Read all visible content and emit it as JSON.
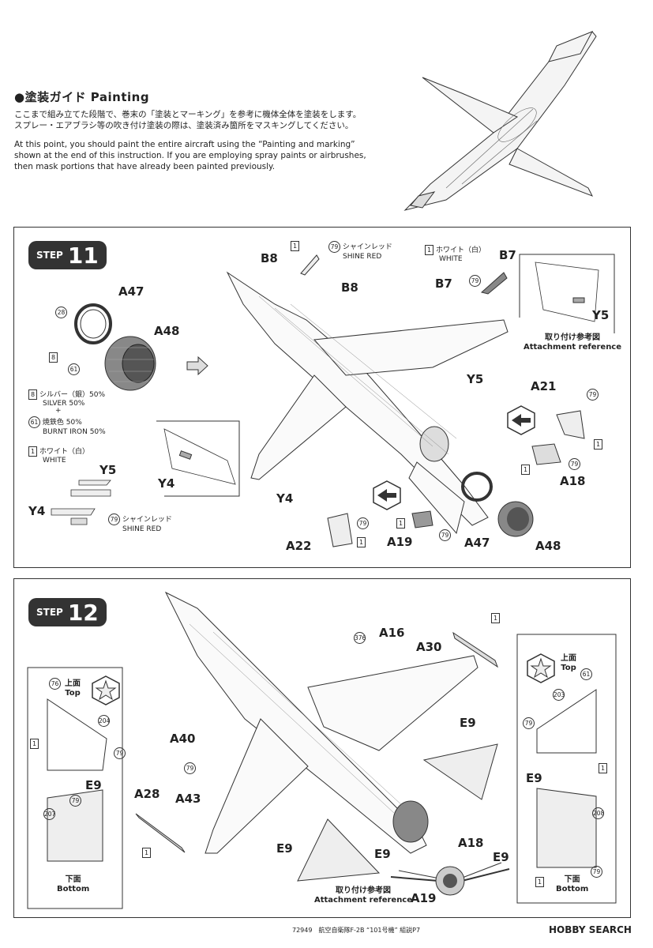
{
  "painting": {
    "title": "●塗装ガイド Painting",
    "jp_line1": "ここまで組み立てた段階で、巻末の「塗装とマーキング」を参考に機体全体を塗装をします。",
    "jp_line2": "スプレー・エアブラシ等の吹き付け塗装の際は、塗装済み箇所をマスキングしてください。",
    "en_line1": "At this point, you should paint the entire aircraft using the “Painting and marking”",
    "en_line2": "shown at the end of this instruction. If you are employing spray paints or airbrushes,",
    "en_line3": "then mask portions that have already been painted previously."
  },
  "step11": {
    "step_word": "STEP",
    "number": "11",
    "parts": {
      "A47": "A47",
      "A48": "A48",
      "B8": "B8",
      "B7": "B7",
      "Y5": "Y5",
      "Y4": "Y4",
      "A21": "A21",
      "A18": "A18",
      "A19": "A19",
      "A22": "A22"
    },
    "colors": {
      "c8": "8",
      "c28": "28",
      "c61": "61",
      "c79": "79",
      "c1": "1",
      "silver": "シルバー（銀）50%",
      "silver_en": "SILVER 50%",
      "plus": "+",
      "burnt": "焼鉄色 50%",
      "burnt_en": "BURNT IRON 50%",
      "white_jp": "ホワイト（白）",
      "white_en": "WHITE",
      "red_jp": "シャインレッド",
      "red_en": "SHINE RED"
    },
    "attach_jp": "取り付け参考図",
    "attach_en": "Attachment reference"
  },
  "step12": {
    "step_word": "STEP",
    "number": "12",
    "parts": {
      "A16": "A16",
      "A30": "A30",
      "E9": "E9",
      "A40": "A40",
      "A43": "A43",
      "A28": "A28",
      "A18": "A18",
      "A19": "A19"
    },
    "numbers": {
      "n376": "376",
      "n1": "1",
      "n79": "79",
      "n76": "76",
      "n204": "204",
      "n207": "207",
      "n61": "61",
      "n203": "203",
      "n208": "208"
    },
    "top_jp": "上面",
    "top_en": "Top",
    "bottom_jp": "下面",
    "bottom_en": "Bottom",
    "attach_jp": "取り付け参考図",
    "attach_en": "Attachment reference"
  },
  "footer": {
    "text": "72949　航空自衛隊F-2B “101号機” 組説P7",
    "brand": "HOBBY SEARCH"
  }
}
